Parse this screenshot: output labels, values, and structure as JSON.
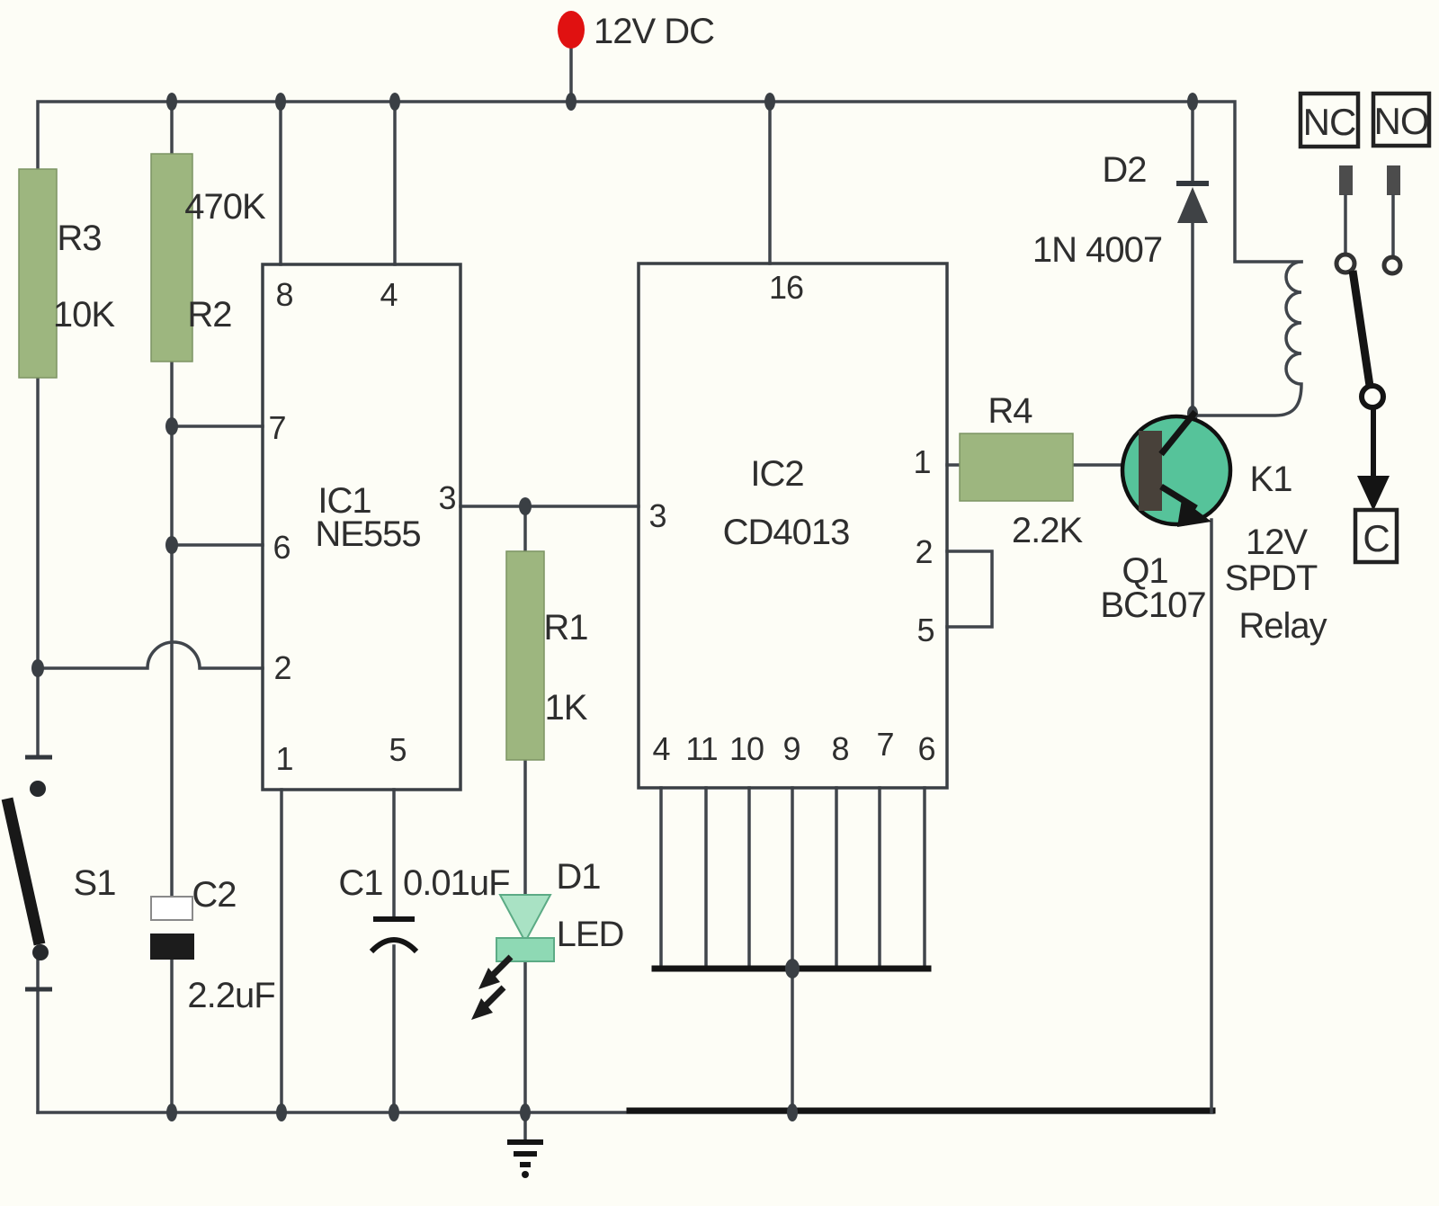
{
  "colors": {
    "resistor": "#9db67f",
    "resistor_edge": "#7d9464",
    "transistor_body": "#56c39a",
    "transistor_base_bar": "#48413a",
    "led_body": "#a9e2c4",
    "led_bar": "#8ed9b4",
    "led_edge": "#5cab85",
    "supply_dot": "#e01111",
    "diode_fill": "#3f4245",
    "wire": "#40454b",
    "dark": "#141414",
    "text": "#2e2e2e"
  },
  "power": {
    "label": "12V DC"
  },
  "ics": {
    "ic1": {
      "ref": "IC1",
      "part": "NE555",
      "pins": {
        "p8": "8",
        "p4": "4",
        "p7": "7",
        "p6": "6",
        "p2": "2",
        "p1": "1",
        "p5": "5",
        "p3": "3"
      }
    },
    "ic2": {
      "ref": "IC2",
      "part": "CD4013",
      "pins": {
        "p16": "16",
        "p3": "3",
        "p1": "1",
        "p2": "2",
        "p5": "5"
      },
      "bottom_pins": [
        "4",
        "11",
        "10",
        "9",
        "8",
        "7",
        "6"
      ]
    }
  },
  "components": {
    "r1": {
      "ref": "R1",
      "value": "1K"
    },
    "r2": {
      "ref": "R2",
      "value": "470K"
    },
    "r3": {
      "ref": "R3",
      "value": "10K"
    },
    "r4": {
      "ref": "R4",
      "value": "2.2K"
    },
    "c1": {
      "ref": "C1",
      "value": "0.01uF"
    },
    "c2": {
      "ref": "C2",
      "value": "2.2uF"
    },
    "d1": {
      "ref": "D1",
      "value": "LED"
    },
    "d2": {
      "ref": "D2",
      "value": "1N 4007"
    },
    "q1": {
      "ref": "Q1",
      "value": "BC107"
    },
    "s1": {
      "ref": "S1"
    },
    "k1": {
      "ref": "K1",
      "desc_line1": "12V",
      "desc_line2": "SPDT",
      "desc_line3": "Relay"
    }
  },
  "relay_contacts": {
    "nc": "NC",
    "no": "NO",
    "common": "C"
  }
}
